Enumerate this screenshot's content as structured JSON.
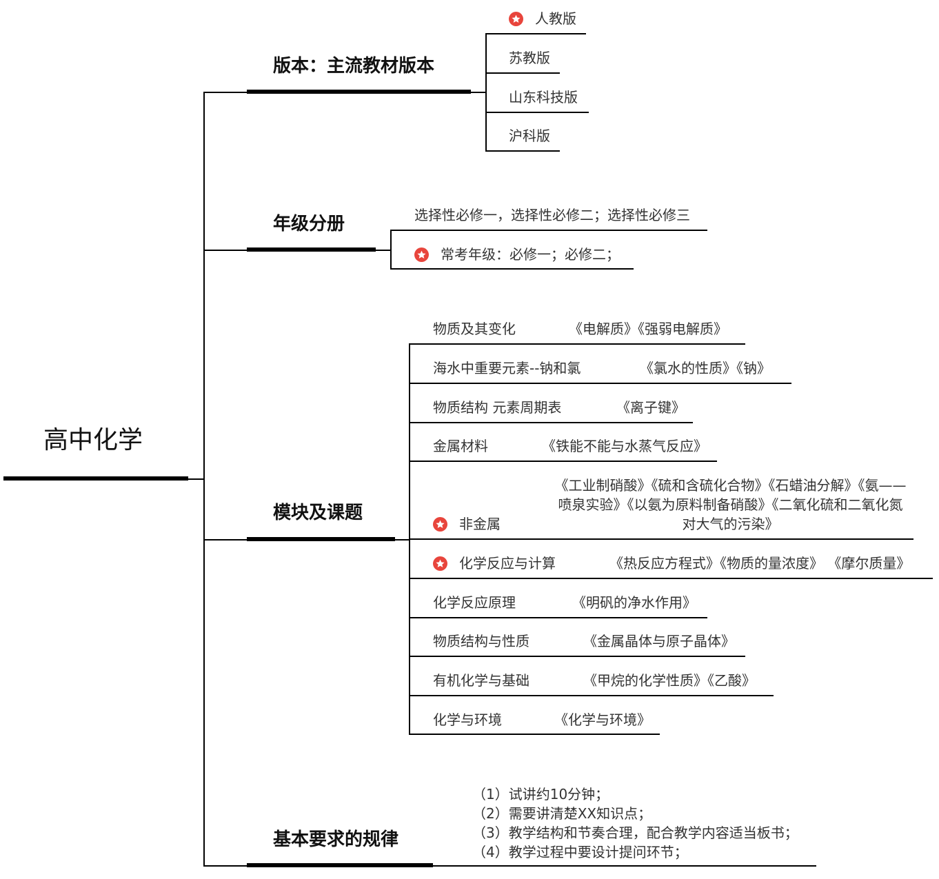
{
  "root": {
    "label": "高中化学"
  },
  "branches": [
    {
      "label": "版本：主流教材版本",
      "children": [
        {
          "label": "人教版",
          "starred": true
        },
        {
          "label": "苏教版"
        },
        {
          "label": "山东科技版"
        },
        {
          "label": "沪科版"
        }
      ]
    },
    {
      "label": "年级分册",
      "children": [
        {
          "label": "选择性必修一，选择性必修二；选择性必修三"
        },
        {
          "label": "常考年级：必修一；必修二；",
          "starred": true
        }
      ]
    },
    {
      "label": "模块及课题",
      "children": [
        {
          "label": "物质及其变化",
          "topic": "《电解质》《强弱电解质》"
        },
        {
          "label": "海水中重要元素--钠和氯",
          "topic": "《氯水的性质》《钠》"
        },
        {
          "label": "物质结构 元素周期表",
          "topic": "《离子键》"
        },
        {
          "label": "金属材料",
          "topic": "《铁能不能与水蒸气反应》"
        },
        {
          "label": "非金属",
          "starred": true,
          "topic": "《工业制硝酸》《硫和含硫化合物》《石蜡油分解》《氨——喷泉实验》《以氨为原料制备硝酸》《二氧化硫和二氧化氮对大气的污染》"
        },
        {
          "label": "化学反应与计算",
          "starred": true,
          "topic": "《热反应方程式》《物质的量浓度》 《摩尔质量》"
        },
        {
          "label": "化学反应原理",
          "topic": "《明矾的净水作用》"
        },
        {
          "label": "物质结构与性质",
          "topic": "《金属晶体与原子晶体》"
        },
        {
          "label": "有机化学与基础",
          "topic": "《甲烷的化学性质》《乙酸》"
        },
        {
          "label": "化学与环境",
          "topic": "《化学与环境》"
        }
      ]
    },
    {
      "label": "基本要求的规律",
      "children": [
        {
          "label": "（1）试讲约10分钟；"
        },
        {
          "label": "（2）需要讲清楚XX知识点；"
        },
        {
          "label": "（3）教学结构和节奏合理，配合教学内容适当板书；"
        },
        {
          "label": "（4）教学过程中要设计提问环节；"
        }
      ]
    }
  ],
  "colors": {
    "line": "#000000",
    "star": "#e8453c"
  },
  "icons": {
    "starred": "star-icon"
  }
}
